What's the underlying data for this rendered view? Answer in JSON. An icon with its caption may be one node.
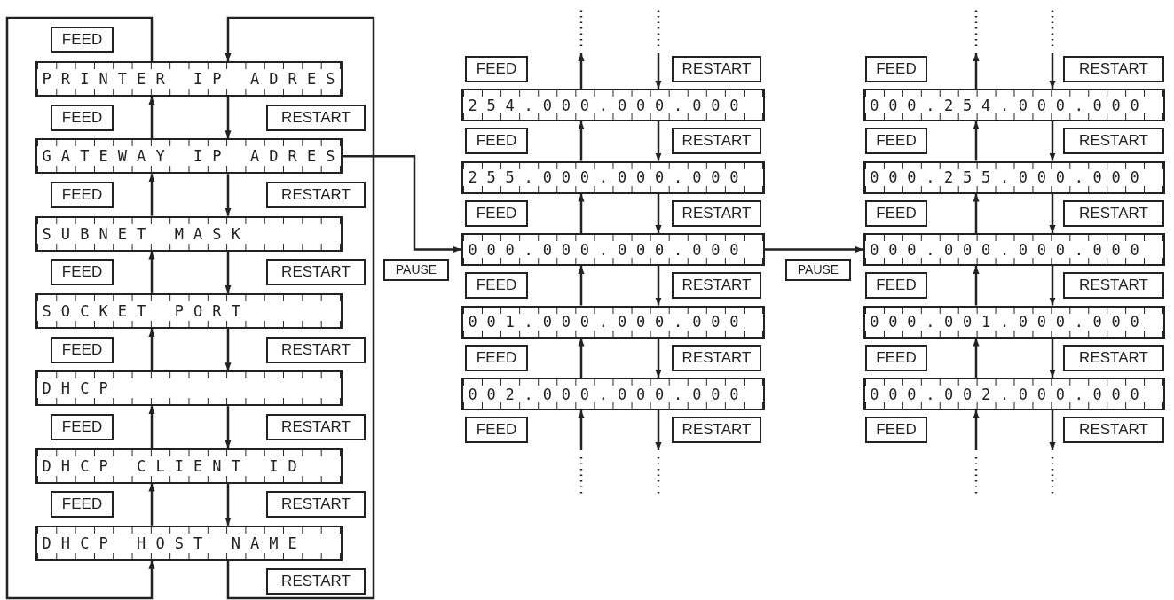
{
  "diagram": {
    "nodes": [
      {
        "text": [
          "PRINTER IP ADRES"
        ]
      },
      {
        "text": [
          "GATEWAY IP ADRES"
        ]
      },
      {
        "text": [
          "SUBNET MASK"
        ]
      },
      {
        "text": [
          "SOCKET PORT"
        ]
      },
      {
        "text": [
          "DHCP"
        ]
      },
      {
        "text": [
          "DHCP CLIENT ID"
        ]
      },
      {
        "text": [
          "DHCP HOST NAME"
        ]
      },
      {
        "text": [
          "254.000.000.000"
        ]
      },
      {
        "text": [
          "255.000.000.000"
        ]
      },
      {
        "text": [
          "000.000.000.000"
        ]
      },
      {
        "text": [
          "001.000.000.000"
        ]
      },
      {
        "text": [
          "002.000.000.000"
        ]
      },
      {
        "text": [
          "000.254.000.000"
        ]
      },
      {
        "text": [
          "000.255.000.000"
        ]
      },
      {
        "text": [
          "000.000.000.000"
        ]
      },
      {
        "text": [
          "000.001.000.000"
        ]
      },
      {
        "text": [
          "000.002.000.000"
        ]
      }
    ],
    "edges": [
      {
        "from": 0,
        "to": 6,
        "arrow": "to",
        "label": "FEED"
      },
      {
        "from": 1,
        "to": 0,
        "arrow": "to",
        "label": "FEED"
      },
      {
        "from": 0,
        "to": 1,
        "arrow": "to",
        "label": "RESTART"
      },
      {
        "from": 2,
        "to": 1,
        "arrow": "to",
        "label": "FEED"
      },
      {
        "from": 1,
        "to": 2,
        "arrow": "to",
        "label": "RESTART"
      },
      {
        "from": 3,
        "to": 2,
        "arrow": "to",
        "label": "FEED"
      },
      {
        "from": 2,
        "to": 3,
        "arrow": "to",
        "label": "RESTART"
      },
      {
        "from": 4,
        "to": 3,
        "arrow": "to",
        "label": "FEED"
      },
      {
        "from": 3,
        "to": 4,
        "arrow": "to",
        "label": "RESTART"
      },
      {
        "from": 5,
        "to": 4,
        "arrow": "to",
        "label": "FEED"
      },
      {
        "from": 4,
        "to": 5,
        "arrow": "to",
        "label": "RESTART"
      },
      {
        "from": 6,
        "to": 5,
        "arrow": "to",
        "label": "FEED"
      },
      {
        "from": 5,
        "to": 6,
        "arrow": "to",
        "label": "RESTART"
      },
      {
        "from": 6,
        "to": 0,
        "arrow": "to",
        "label": "RESTART"
      },
      {
        "from": 1,
        "to": 9,
        "arrow": "to",
        "label": "PAUSE"
      },
      {
        "from": 7,
        "to": null,
        "arrow": "to",
        "label": "FEED"
      },
      {
        "from": null,
        "to": 7,
        "arrow": "to",
        "label": "RESTART"
      },
      {
        "from": 8,
        "to": 7,
        "arrow": "to",
        "label": "FEED"
      },
      {
        "from": 7,
        "to": 8,
        "arrow": "to",
        "label": "RESTART"
      },
      {
        "from": 9,
        "to": 8,
        "arrow": "to",
        "label": "FEED"
      },
      {
        "from": 8,
        "to": 9,
        "arrow": "to",
        "label": "RESTART"
      },
      {
        "from": 10,
        "to": 9,
        "arrow": "to",
        "label": "FEED"
      },
      {
        "from": 9,
        "to": 10,
        "arrow": "to",
        "label": "RESTART"
      },
      {
        "from": 11,
        "to": 10,
        "arrow": "to",
        "label": "FEED"
      },
      {
        "from": 10,
        "to": 11,
        "arrow": "to",
        "label": "RESTART"
      },
      {
        "from": null,
        "to": 11,
        "arrow": "to",
        "label": "FEED"
      },
      {
        "from": 11,
        "to": null,
        "arrow": "to",
        "label": "RESTART"
      },
      {
        "from": 9,
        "to": 14,
        "arrow": "to",
        "label": "PAUSE"
      },
      {
        "from": 12,
        "to": null,
        "arrow": "to",
        "label": "FEED"
      },
      {
        "from": null,
        "to": 12,
        "arrow": "to",
        "label": "RESTART"
      },
      {
        "from": 13,
        "to": 12,
        "arrow": "to",
        "label": "FEED"
      },
      {
        "from": 12,
        "to": 13,
        "arrow": "to",
        "label": "RESTART"
      },
      {
        "from": 14,
        "to": 13,
        "arrow": "to",
        "label": "FEED"
      },
      {
        "from": 13,
        "to": 14,
        "arrow": "to",
        "label": "RESTART"
      },
      {
        "from": 15,
        "to": 14,
        "arrow": "to",
        "label": "FEED"
      },
      {
        "from": 14,
        "to": 15,
        "arrow": "to",
        "label": "RESTART"
      },
      {
        "from": 16,
        "to": 15,
        "arrow": "to",
        "label": "FEED"
      },
      {
        "from": 15,
        "to": 16,
        "arrow": "to",
        "label": "RESTART"
      },
      {
        "from": null,
        "to": 16,
        "arrow": "to",
        "label": "FEED"
      },
      {
        "from": 16,
        "to": null,
        "arrow": "to",
        "label": "RESTART"
      }
    ]
  }
}
